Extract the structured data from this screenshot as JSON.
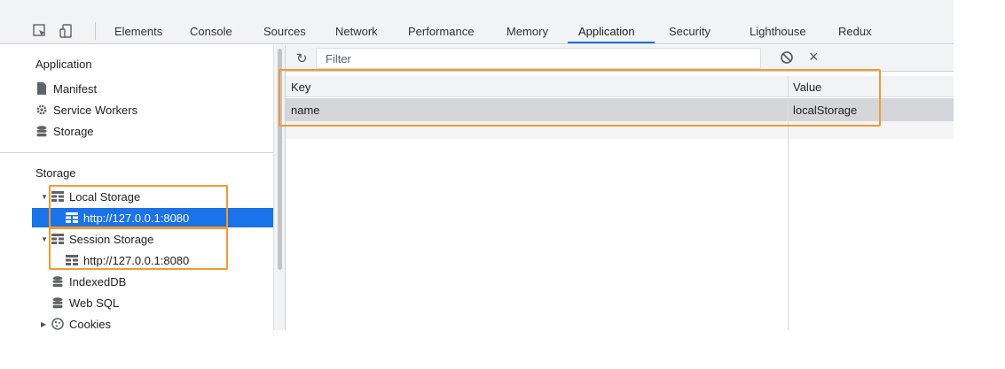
{
  "toolbar": {
    "tabs": [
      {
        "label": "Elements"
      },
      {
        "label": "Console"
      },
      {
        "label": "Sources"
      },
      {
        "label": "Network"
      },
      {
        "label": "Performance"
      },
      {
        "label": "Memory"
      },
      {
        "label": "Application"
      },
      {
        "label": "Security"
      },
      {
        "label": "Lighthouse"
      },
      {
        "label": "Redux"
      }
    ],
    "active_tab": "Application",
    "accent_color": "#1a73e8"
  },
  "sidebar": {
    "application_header": "Application",
    "application_items": [
      {
        "label": "Manifest",
        "icon": "file-icon"
      },
      {
        "label": "Service Workers",
        "icon": "gear-icon"
      },
      {
        "label": "Storage",
        "icon": "database-icon"
      }
    ],
    "storage_header": "Storage",
    "local_storage": {
      "label": "Local Storage",
      "child": "http://127.0.0.1:8080"
    },
    "session_storage": {
      "label": "Session Storage",
      "child": "http://127.0.0.1:8080"
    },
    "storage_items": [
      {
        "label": "IndexedDB",
        "icon": "database-icon"
      },
      {
        "label": "Web SQL",
        "icon": "database-icon"
      },
      {
        "label": "Cookies",
        "icon": "cookie-icon"
      }
    ],
    "selected_color": "#1a73e8"
  },
  "main": {
    "filter_placeholder": "Filter",
    "table": {
      "columns": [
        "Key",
        "Value"
      ],
      "rows": [
        {
          "key": "name",
          "value": "localStorage"
        }
      ]
    }
  },
  "highlight_color": "#f39a32"
}
